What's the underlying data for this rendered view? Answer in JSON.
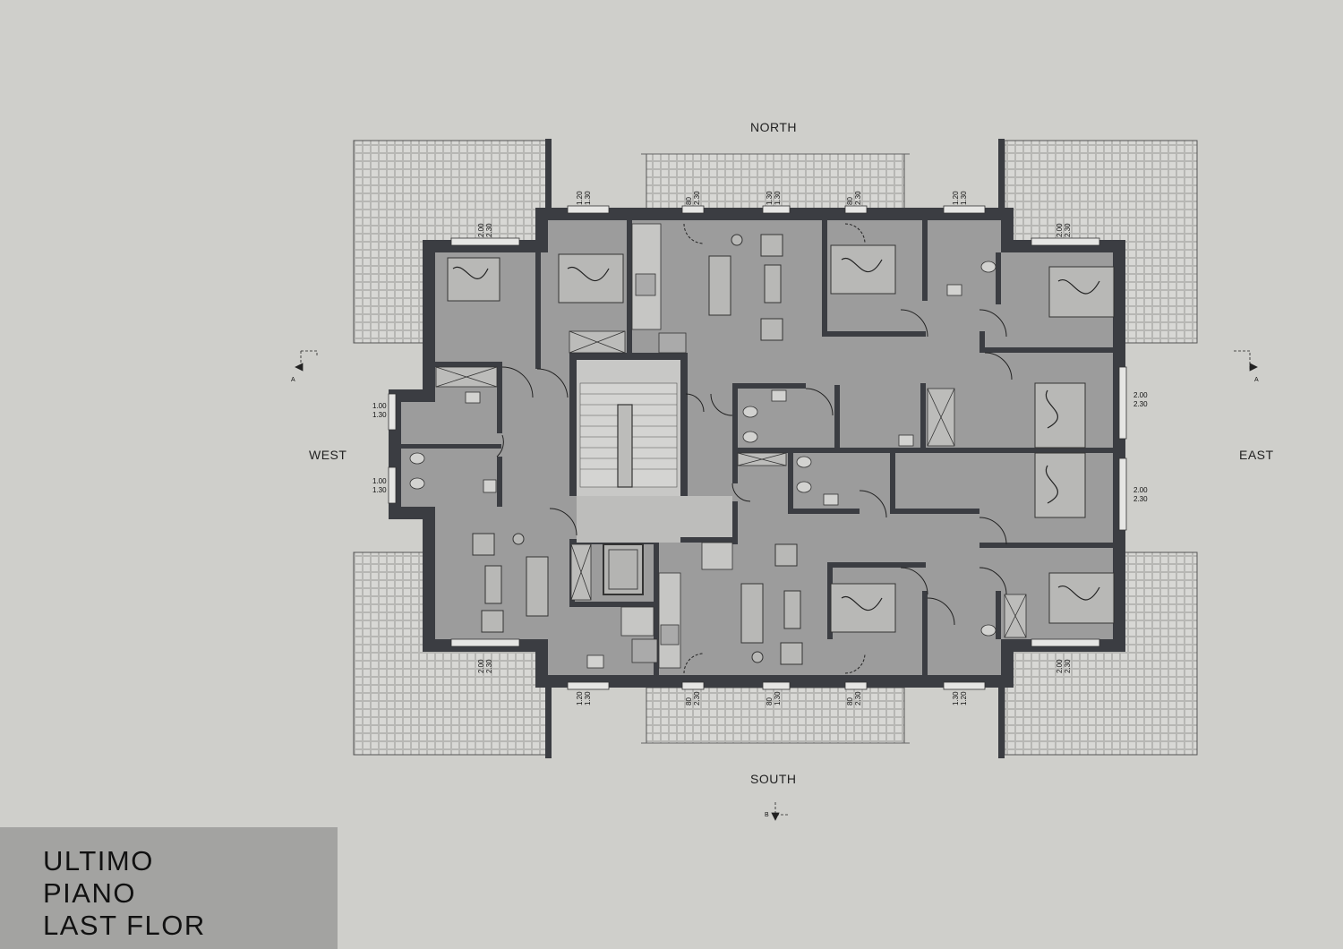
{
  "compass": {
    "north": "NORTH",
    "south": "SOUTH",
    "west": "WEST",
    "east": "EAST"
  },
  "title_block": {
    "line1": "ULTIMO",
    "line2": "PIANO",
    "line3": "LAST FLOR"
  },
  "section_markers": {
    "a_left": "A",
    "a_right": "A",
    "b": "B"
  },
  "dimensions": {
    "n1": [
      "1.20",
      "1.30"
    ],
    "n2": [
      "80",
      "2.30"
    ],
    "n3": [
      "1.30",
      "1.30"
    ],
    "n4": [
      "80",
      "2.30"
    ],
    "n5": [
      "1.20",
      "1.30"
    ],
    "nw": [
      "2.00",
      "2.30"
    ],
    "ne": [
      "2.00",
      "2.30"
    ],
    "w1": [
      "1.00",
      "1.30"
    ],
    "w2": [
      "1.00",
      "1.30"
    ],
    "e1": [
      "2.00",
      "2.30"
    ],
    "e2": [
      "2.00",
      "2.30"
    ],
    "sw": [
      "2.00",
      "2.30"
    ],
    "se": [
      "2.00",
      "2.30"
    ],
    "s1": [
      "1.20",
      "1.30"
    ],
    "s2": [
      "80",
      "2.30"
    ],
    "s3": [
      "80",
      "1.30"
    ],
    "s4": [
      "80",
      "2.30"
    ],
    "s5": [
      "1.30",
      "1.20"
    ]
  },
  "colors": {
    "background": "#cfcfcb",
    "wall": "#3b3d42",
    "room_fill": "#9b9b9b",
    "terrace": "#d6d6d3",
    "title_block": "#a3a3a1"
  }
}
